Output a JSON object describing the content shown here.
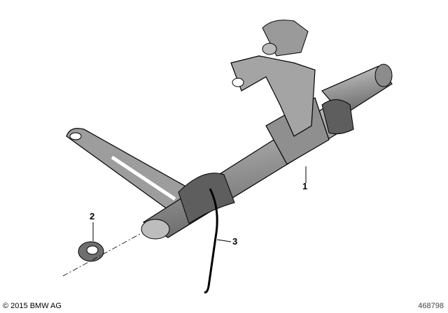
{
  "callouts": [
    {
      "number": "1",
      "part": "shaft"
    },
    {
      "number": "2",
      "part": "washer"
    },
    {
      "number": "3",
      "part": "spring"
    }
  ],
  "footer": {
    "copyright": "© 2015 BMW AG",
    "diagram_id": "468798"
  },
  "colors": {
    "part_fill": "#a9a9a9",
    "part_dark": "#6e6e6e",
    "outline": "#000000"
  }
}
